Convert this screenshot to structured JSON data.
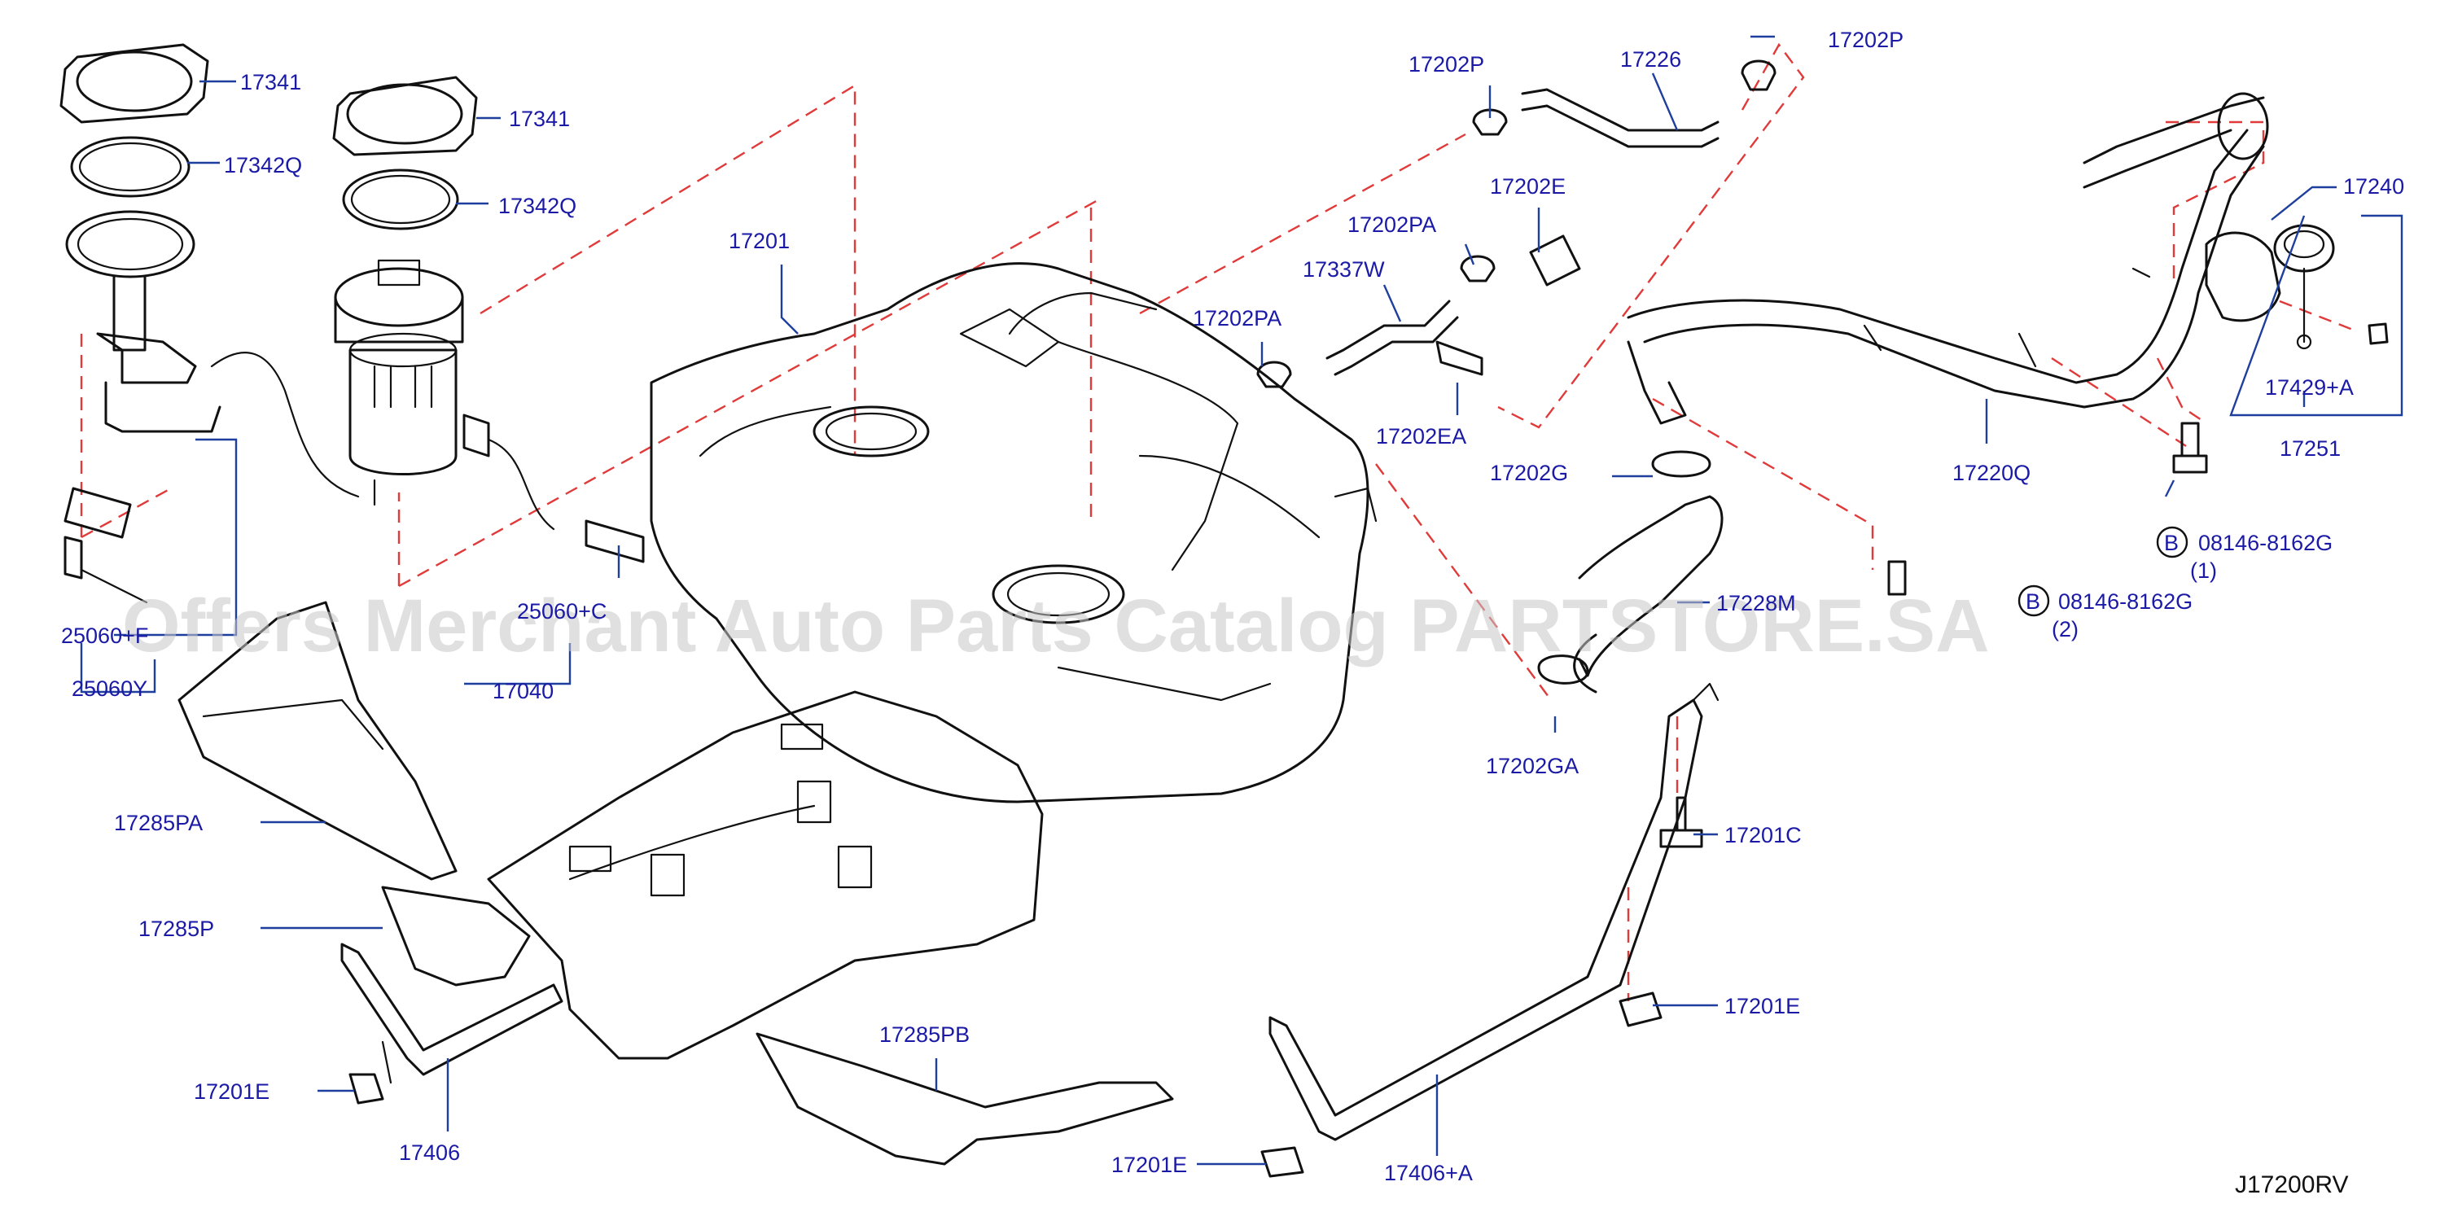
{
  "diagram": {
    "code": "J17200RV",
    "watermark": "Offers Merchant Auto Parts Catalog PARTSTORE.SA",
    "colors": {
      "label": "#1a1aa6",
      "leader": "#1f3f9f",
      "dash": "#e03a3a",
      "outline": "#111111",
      "watermark": "#c8c8c8"
    },
    "labels": {
      "l17341a": "17341",
      "l17342qa": "17342Q",
      "l17341b": "17341",
      "l17342qb": "17342Q",
      "l17201": "17201",
      "l17202p_left": "17202P",
      "l17226": "17226",
      "l17202p_right": "17202P",
      "l17202e": "17202E",
      "l17240": "17240",
      "l17202pa_top": "17202PA",
      "l17337w": "17337W",
      "l17202pa_mid": "17202PA",
      "l17202ea": "17202EA",
      "l17202g": "17202G",
      "l17220q": "17220Q",
      "l17429a": "17429+A",
      "l17251": "17251",
      "l08146a": "08146-8162G",
      "l08146a_qty": "(1)",
      "l08146b": "08146-8162G",
      "l08146b_qty": "(2)",
      "l17228m": "17228M",
      "l25060f": "25060+F",
      "l25060y": "25060Y",
      "l25060c": "25060+C",
      "l17040": "17040",
      "l17202ga": "17202GA",
      "l17285pa": "17285PA",
      "l17201c": "17201C",
      "l17285p": "17285P",
      "l17201e_right": "17201E",
      "l17285pb": "17285PB",
      "l17201e_left": "17201E",
      "l17406": "17406",
      "l17201e_bottom": "17201E",
      "l17406a": "17406+A",
      "bolt_marker": "B"
    }
  }
}
